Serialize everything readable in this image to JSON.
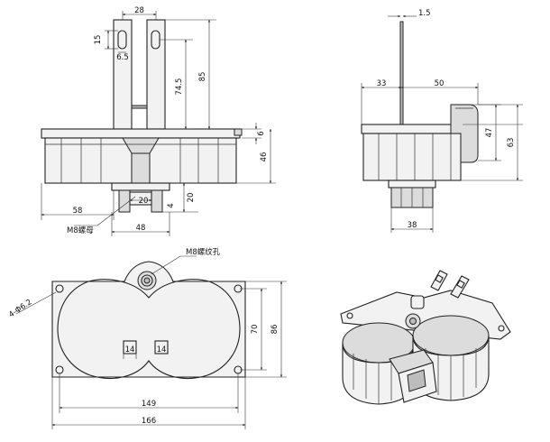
{
  "front_view": {
    "dim_pin_spacing": "28",
    "dim_slot_height": "15",
    "dim_slot_width": "6.5",
    "dim_pin_length": "74.5",
    "dim_pin_top": "85",
    "dim_flange": "6",
    "dim_body_height": "46",
    "dim_half_width": "58",
    "dim_nut_width": "20",
    "dim_nut_offset": "4",
    "dim_nut_height": "20",
    "dim_bottom_width": "48",
    "label_nut": "M8螺母"
  },
  "side_view": {
    "dim_pin_thickness": "1.5",
    "dim_left": "33",
    "dim_right": "50",
    "dim_tube_height": "47",
    "dim_total_height": "63",
    "dim_bottom": "38"
  },
  "top_view": {
    "label_thread": "M8螺纹孔",
    "dim_holes": "4-Φ6.2",
    "dim_slot_left": "14",
    "dim_slot_right": "14",
    "dim_inner_height": "70",
    "dim_outer_height": "86",
    "dim_hole_spacing": "149",
    "dim_total_width": "166"
  }
}
